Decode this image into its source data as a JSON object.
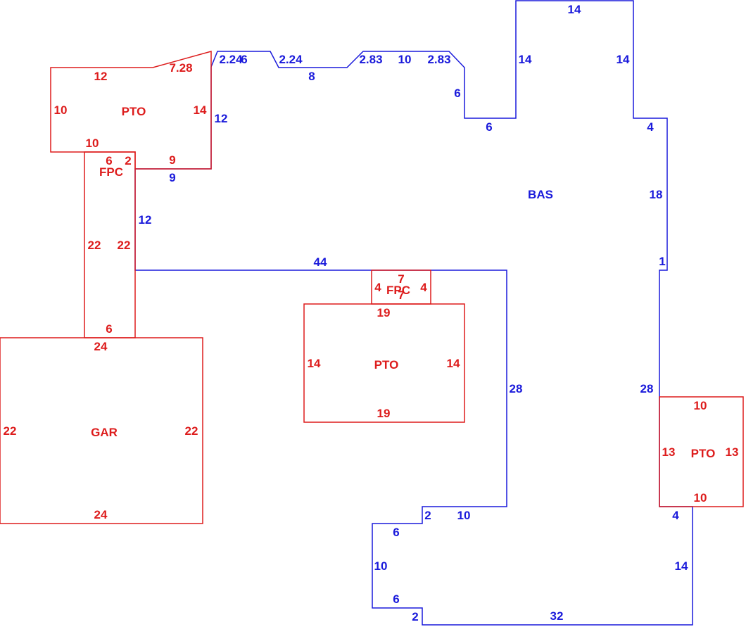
{
  "colors": {
    "basement": "#1a1adb",
    "additions": "#dd1c1c"
  },
  "areas": {
    "bas": {
      "name": "BAS",
      "dims": [
        "14",
        "14",
        "14",
        "4",
        "18",
        "1",
        "28",
        "4",
        "14",
        "32",
        "2",
        "6",
        "10",
        "6",
        "2",
        "10",
        "28",
        "44",
        "12",
        "9",
        "12",
        "6",
        "6",
        "2.83",
        "10",
        "2.83",
        "8",
        "2.24",
        "2.24",
        "6"
      ]
    },
    "pto_top_left": {
      "name": "PTO",
      "dims": [
        "12",
        "7.28",
        "10",
        "14",
        "10"
      ]
    },
    "fpc_left": {
      "name": "FPC",
      "dims": [
        "6",
        "2",
        "9",
        "22",
        "22",
        "6"
      ]
    },
    "gar": {
      "name": "GAR",
      "dims": [
        "24",
        "22",
        "22",
        "24"
      ]
    },
    "fpc_center": {
      "name": "FPC",
      "dims": [
        "7",
        "4",
        "4",
        "7"
      ]
    },
    "pto_center": {
      "name": "PTO",
      "dims": [
        "19",
        "14",
        "14",
        "19"
      ]
    },
    "pto_right": {
      "name": "PTO",
      "dims": [
        "10",
        "13",
        "13",
        "10"
      ]
    }
  }
}
